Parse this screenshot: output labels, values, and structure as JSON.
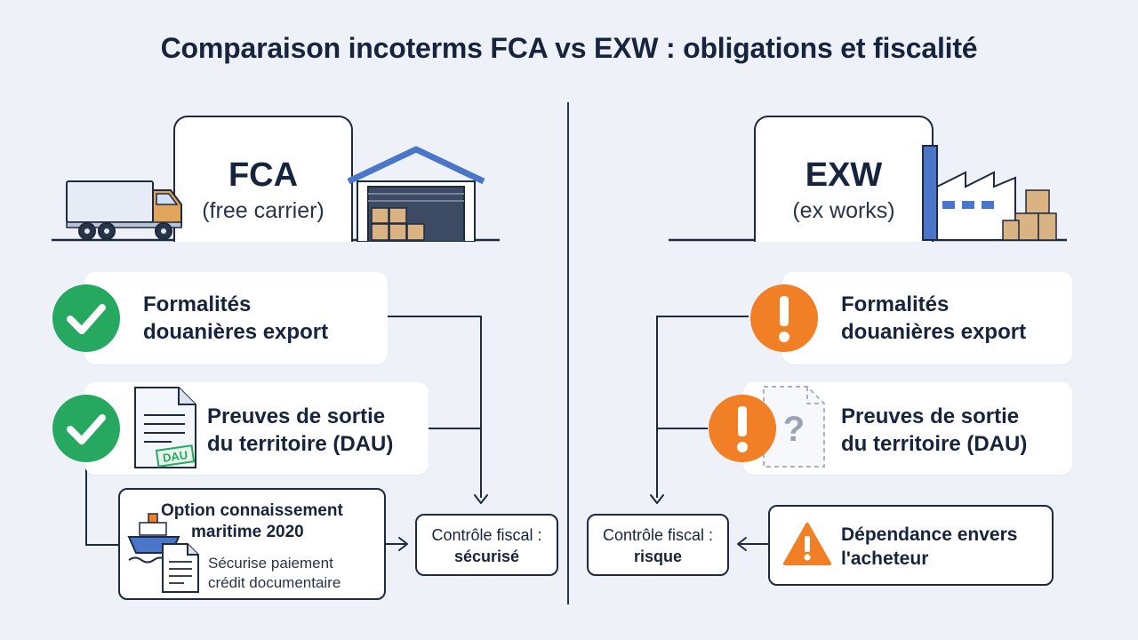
{
  "title": "Comparaison incoterms FCA vs EXW : obligations et fiscalité",
  "fca": {
    "code": "FCA",
    "subtitle": "(free carrier)",
    "customs": {
      "line1": "Formalités",
      "line2": "douanières export"
    },
    "exit_proof": {
      "line1": "Preuves de sortie",
      "line2": "du territoire (DAU)",
      "doc_stamp": "DAU"
    },
    "option": {
      "title_line1": "Option connaissement",
      "title_line2": "maritime 2020",
      "text_line1": "Sécurise paiement",
      "text_line2": "crédit documentaire"
    },
    "fiscal": {
      "line1": "Contrôle fiscal :",
      "line2": "sécurisé"
    }
  },
  "exw": {
    "code": "EXW",
    "subtitle": "(ex works)",
    "customs": {
      "line1": "Formalités",
      "line2": "douanières export"
    },
    "exit_proof": {
      "line1": "Preuves de sortie",
      "line2": "du territoire (DAU)",
      "doc_mark": "?"
    },
    "dependence": {
      "line1": "Dépendance envers",
      "line2": "l'acheteur"
    },
    "fiscal": {
      "line1": "Contrôle fiscal :",
      "line2": "risque"
    }
  },
  "colors": {
    "check_green": "#27a860",
    "warning_orange": "#f07f26",
    "outline_dark": "#1e2a40",
    "building_blue": "#4a76c9",
    "box_tan": "#d9b382"
  },
  "icons": {
    "truck": "truck-icon",
    "warehouse": "warehouse-icon",
    "factory": "factory-icon",
    "check": "check-circle-icon",
    "exclamation": "exclamation-circle-icon",
    "warning": "warning-triangle-icon",
    "document": "document-icon",
    "ship": "ship-icon",
    "question_document": "question-document-icon"
  }
}
